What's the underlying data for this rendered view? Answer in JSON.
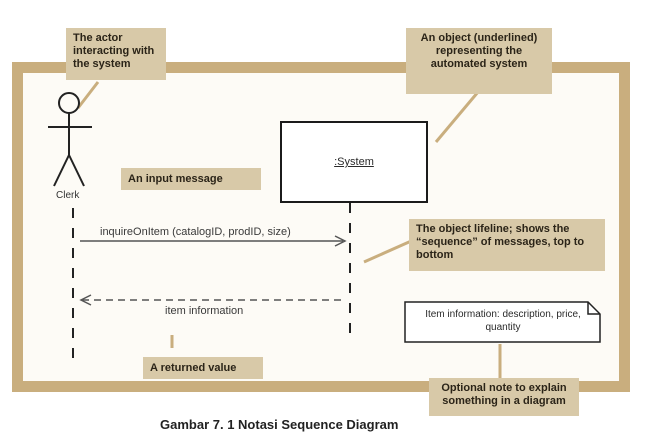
{
  "diagram": {
    "top_heading_fragment": "",
    "callouts": {
      "actor": "The actor interacting with the system",
      "object": "An object (underlined) representing the automated system",
      "input_message": "An input message",
      "lifeline": "The object lifeline; shows the “sequence” of messages, top to bottom",
      "returned_value": "A returned value",
      "optional_note": "Optional note to explain something in a diagram"
    },
    "actor_name": "Clerk",
    "object_name": ":System",
    "messages": {
      "input": "inquireOnItem (catalogID, prodID, size)",
      "return": "item information"
    },
    "note": "Item information: description, price, quantity",
    "caption": "Gambar 7. 1 Notasi Sequence Diagram"
  },
  "colors": {
    "frame": "#c9ae7e",
    "callout_bg": "#d8c9a8",
    "line": "#222222"
  }
}
